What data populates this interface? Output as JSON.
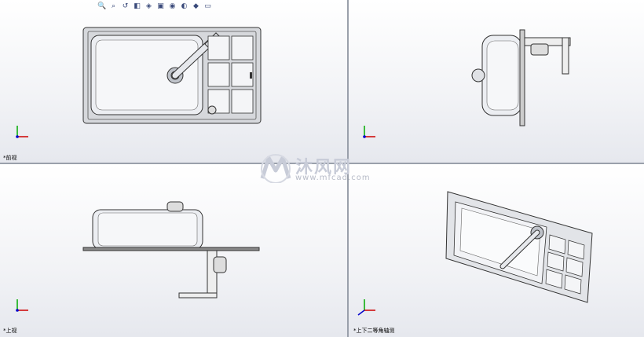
{
  "viewports": {
    "top_left": {
      "label": "*前视"
    },
    "top_right": {
      "label": ""
    },
    "bottom_left": {
      "label": "*上视"
    },
    "bottom_right": {
      "label": "*上下二等角轴测"
    }
  },
  "toolbar": {
    "icons": [
      "zoom-icon",
      "zoom-area-icon",
      "previous-view-icon",
      "section-view-icon",
      "view-orientation-icon",
      "display-style-icon",
      "hide-show-icon",
      "edit-appearance-icon",
      "apply-scene-icon",
      "view-settings-icon"
    ]
  },
  "watermark": {
    "title": "沐风网",
    "url": "www.mfcad.com"
  },
  "colors": {
    "background": "#ffffff",
    "viewport_gradient_bottom": "#e6e8ee",
    "divider": "#9aa0ab",
    "axis_y": "#00aa00",
    "axis_x": "#cc0000",
    "axis_z": "#0000cc"
  }
}
